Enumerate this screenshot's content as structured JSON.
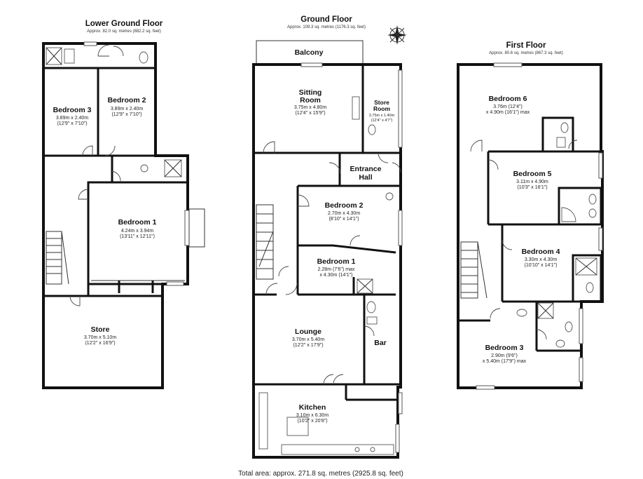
{
  "floors": {
    "lower": {
      "title": "Lower Ground Floor",
      "area": "Approx. 82.0 sq. metres (882.2 sq. feet)",
      "rooms": {
        "bedroom3": {
          "name": "Bedroom 3",
          "dim1": "3.89m x 2.40m",
          "dim2": "(12'9\" x 7'10\")"
        },
        "bedroom2": {
          "name": "Bedroom 2",
          "dim1": "3.89m x 2.40m",
          "dim2": "(12'9\" x 7'10\")"
        },
        "bedroom1": {
          "name": "Bedroom 1",
          "dim1": "4.24m x 3.94m",
          "dim2": "(13'11\" x 12'11\")"
        },
        "store": {
          "name": "Store",
          "dim1": "3.70m x 5.10m",
          "dim2": "(12'2\" x 16'9\")"
        }
      }
    },
    "ground": {
      "title": "Ground Floor",
      "area": "Approx. 109.3 sq. metres (1176.3 sq. feet)",
      "rooms": {
        "balcony": {
          "name": "Balcony"
        },
        "sitting": {
          "name1": "Sitting",
          "name2": "Room",
          "dim1": "3.75m x 4.80m",
          "dim2": "(12'4\" x 15'9\")"
        },
        "storeroom": {
          "name1": "Store",
          "name2": "Room",
          "dim1": "3.75m x 1.40m",
          "dim2": "(12'4\" x 4'7\")"
        },
        "entrance": {
          "name1": "Entrance",
          "name2": "Hall"
        },
        "bedroom2": {
          "name": "Bedroom 2",
          "dim1": "2.70m x 4.30m",
          "dim2": "(8'10\" x 14'1\")"
        },
        "bedroom1": {
          "name": "Bedroom 1",
          "dim1": "2.28m (7'6\") max",
          "dim2": "x 4.30m (14'1\")"
        },
        "lounge": {
          "name": "Lounge",
          "dim1": "3.70m x 5.40m",
          "dim2": "(12'2\" x 17'9\")"
        },
        "bar": {
          "name": "Bar"
        },
        "kitchen": {
          "name": "Kitchen",
          "dim1": "3.10m x 6.30m",
          "dim2": "(10'2\" x 20'8\")"
        }
      }
    },
    "first": {
      "title": "First Floor",
      "area": "Approx. 80.6 sq. metres (867.3 sq. feet)",
      "rooms": {
        "bedroom6": {
          "name": "Bedroom 6",
          "dim1": "3.76m (12'4\")",
          "dim2": "x 4.90m (16'1\") max"
        },
        "bedroom5": {
          "name": "Bedroom 5",
          "dim1": "3.11m x 4.90m",
          "dim2": "(10'3\" x 16'1\")"
        },
        "bedroom4": {
          "name": "Bedroom 4",
          "dim1": "3.30m x 4.30m",
          "dim2": "(10'10\" x 14'1\")"
        },
        "bedroom3": {
          "name": "Bedroom 3",
          "dim1": "2.90m (9'6\")",
          "dim2": "x 5.40m (17'9\") max"
        }
      }
    }
  },
  "total_area": "Total area: approx. 271.8 sq. metres (2925.8 sq. feet)",
  "icons": {
    "compass": "compass-rose-icon"
  },
  "colors": {
    "walls": "#111111",
    "background": "#ffffff"
  }
}
